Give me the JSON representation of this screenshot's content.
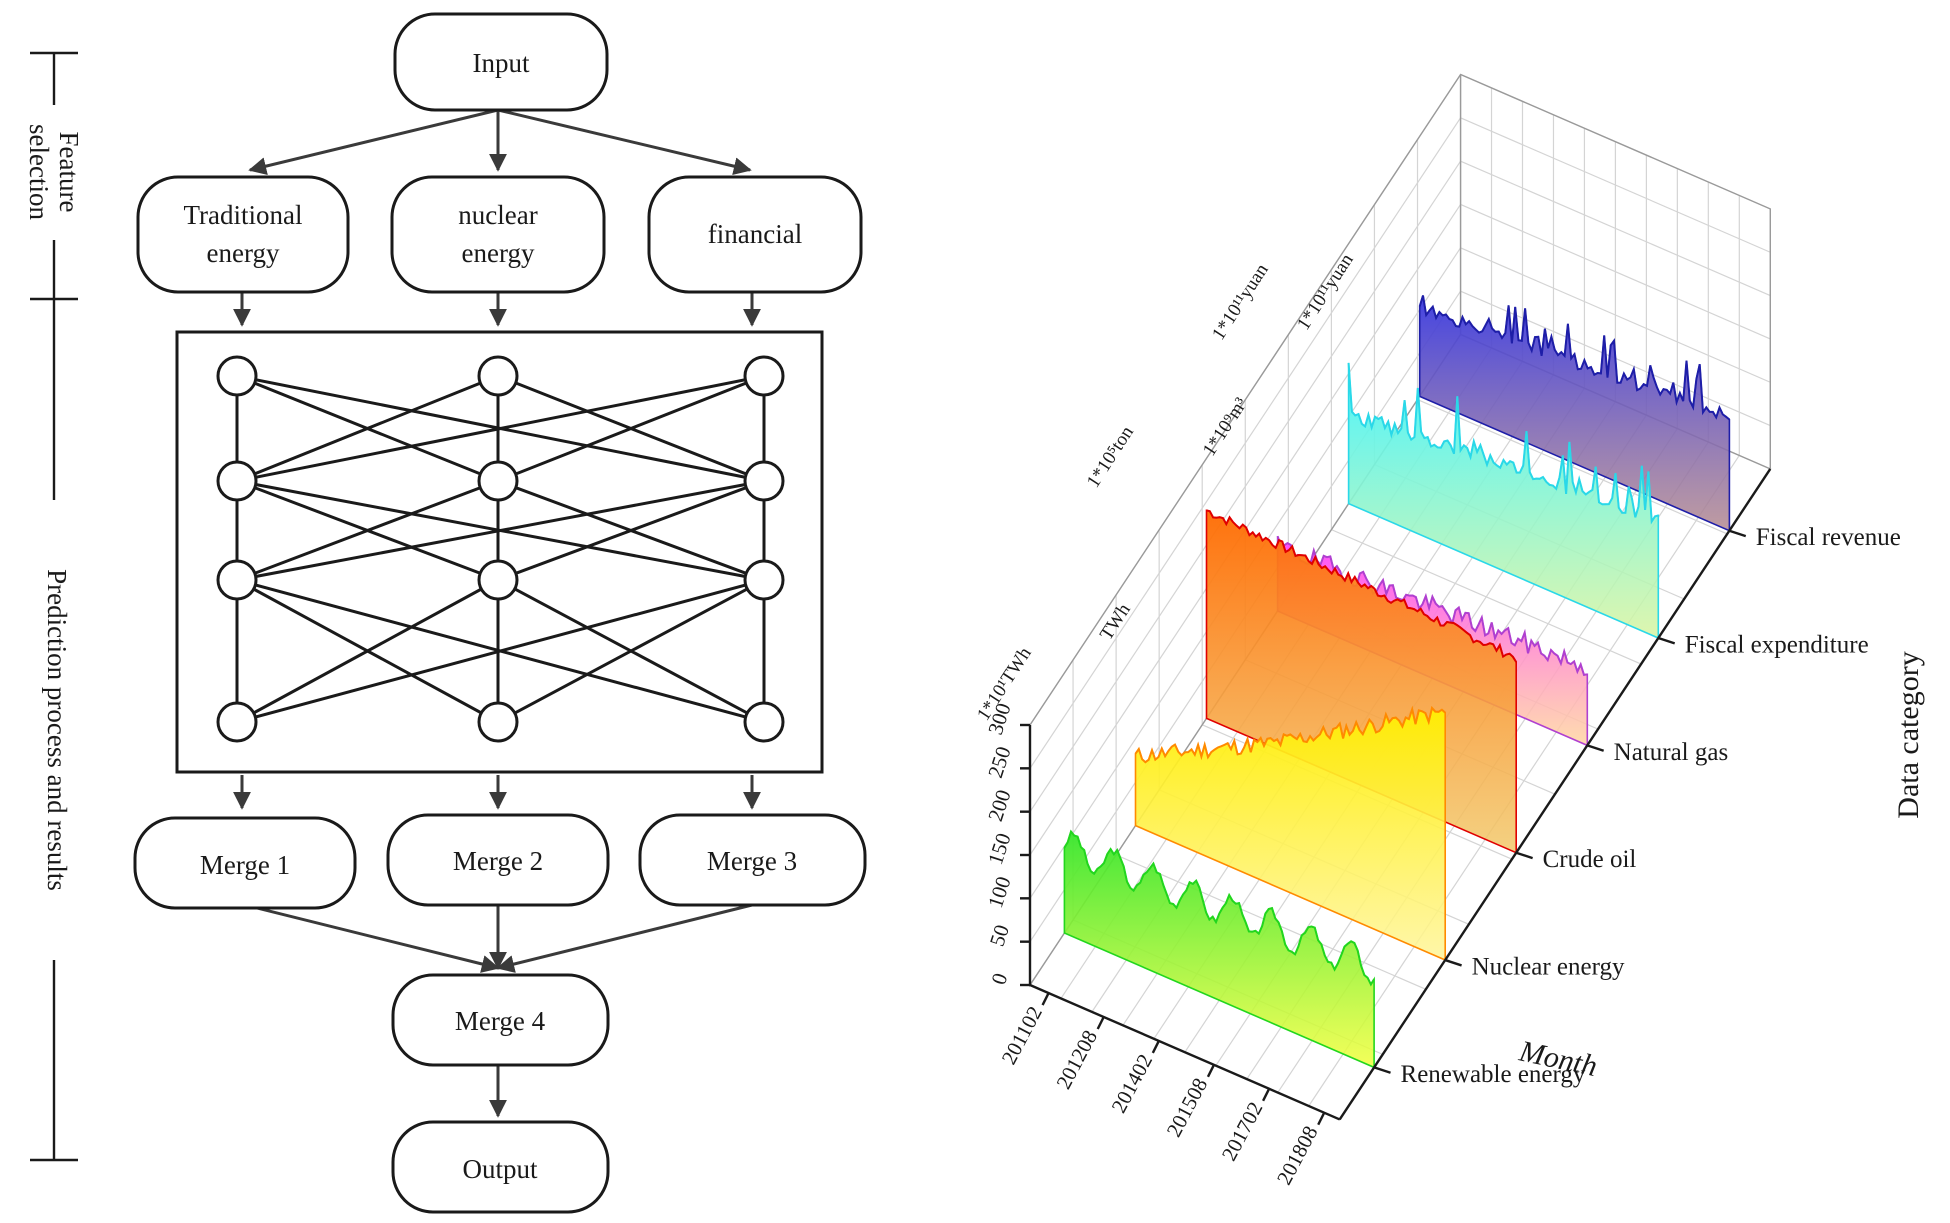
{
  "flowchart": {
    "input": "Input",
    "features": [
      "Traditional\nenergy",
      "nuclear\nenergy",
      "financial"
    ],
    "merges": [
      "Merge 1",
      "Merge 2",
      "Merge 3"
    ],
    "merge_final": "Merge 4",
    "output": "Output",
    "side_labels": [
      "Feature\nselection",
      "Prediction process and results"
    ]
  },
  "chart_data": {
    "type": "area",
    "subtype": "3d-waterfall",
    "title": "",
    "xlabel": "Month",
    "ylabel": "",
    "zlabel": "Data category",
    "x_ticks": [
      "201102",
      "201208",
      "201402",
      "201508",
      "201702",
      "201808"
    ],
    "y_ticks": [
      "0",
      "50",
      "100",
      "150",
      "200",
      "250",
      "300"
    ],
    "ylim": [
      0,
      300
    ],
    "grid": true,
    "unit_labels": [
      "1*10¹TWh",
      "TWh",
      "1*10⁵ton",
      "1*10⁹m³",
      "1*10¹¹yuan",
      "1*10¹¹yuan"
    ],
    "series": [
      {
        "name": "Renewable energy",
        "color": "#22d61e",
        "fill_top": "#37e62c",
        "fill_bottom": "#f2ff3c",
        "pattern": "seasonal",
        "start": 100,
        "end": 115,
        "amp": 18,
        "seed": 3
      },
      {
        "name": "Nuclear energy",
        "color": "#ff8a00",
        "fill_top": "#ffee00",
        "fill_bottom": "#fff59a",
        "pattern": "growth",
        "start": 80,
        "end": 270,
        "amp": 10,
        "seed": 11
      },
      {
        "name": "Crude oil",
        "color": "#e00000",
        "fill_top": "#ff6a00",
        "fill_bottom": "#f2c96b",
        "pattern": "flat",
        "start": 240,
        "end": 225,
        "amp": 6,
        "seed": 7
      },
      {
        "name": "Natural gas",
        "color": "#b040d0",
        "fill_top": "#ff40ff",
        "fill_bottom": "#ffd6a0",
        "pattern": "flat",
        "start": 75,
        "end": 90,
        "amp": 12,
        "seed": 19
      },
      {
        "name": "Fiscal expenditure",
        "color": "#2ad8e8",
        "fill_top": "#40f4ff",
        "fill_bottom": "#d8f5a0",
        "pattern": "spiky",
        "start": 95,
        "end": 130,
        "amp": 45,
        "seed": 23
      },
      {
        "name": "Fiscal revenue",
        "color": "#1e1ea8",
        "fill_top": "#3a3ae0",
        "fill_bottom": "#b48a90",
        "pattern": "spiky",
        "start": 95,
        "end": 125,
        "amp": 35,
        "seed": 31
      }
    ]
  }
}
